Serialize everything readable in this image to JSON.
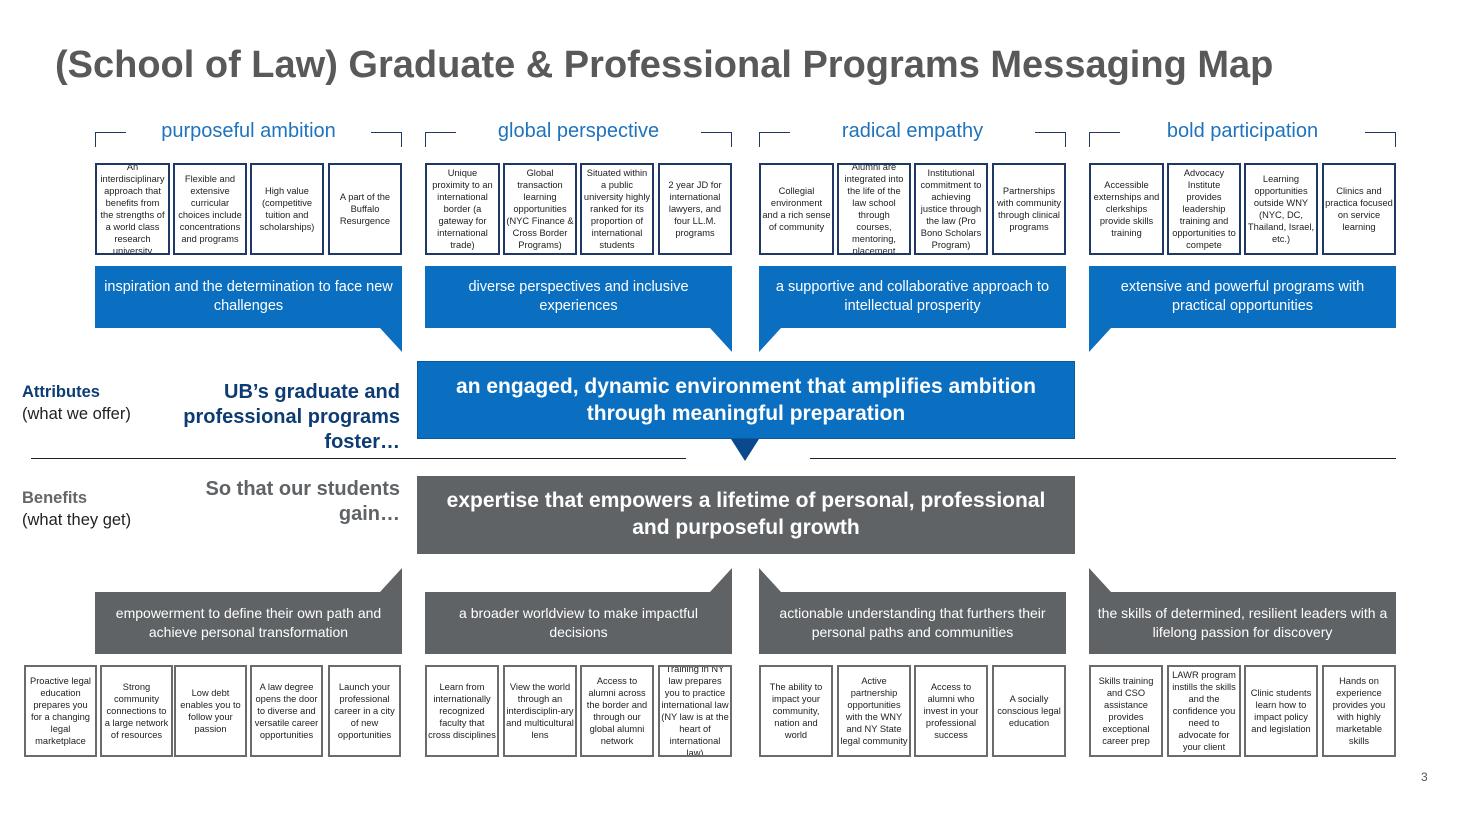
{
  "title": "(School of Law) Graduate & Professional Programs Messaging Map",
  "attributes_label": {
    "heading": "Attributes",
    "sub": "(what we offer)"
  },
  "benefits_label": {
    "heading": "Benefits",
    "sub": "(what they get)"
  },
  "attributes_lead": [
    "UB’s graduate and",
    "professional programs",
    "foster…"
  ],
  "benefits_lead": [
    "So that our students",
    "gain…"
  ],
  "center_attribute": [
    "an engaged, dynamic environment that amplifies ambition",
    "through meaningful preparation"
  ],
  "center_benefit": [
    "expertise that empowers a lifetime of personal, professional",
    "and purposeful growth"
  ],
  "pillars": [
    {
      "name": "purposeful ambition",
      "attributes": [
        "An interdisciplinary approach that benefits from the strengths of a world class research university",
        "Flexible and extensive curricular choices include concentrations and programs",
        "High value (competitive tuition and scholarships)",
        "A part of the Buffalo Resurgence"
      ],
      "attribute_callout": "inspiration and the determination to face new challenges",
      "benefit_callout": "empowerment to define their own path and achieve personal transformation",
      "benefits": [
        "Proactive legal education prepares you for a changing legal marketplace",
        "Strong community connections to a large network of resources",
        "Low debt enables you to follow your passion",
        "A law degree opens the door to diverse and versatile career opportunities",
        "Launch your professional career in a city of new opportunities"
      ]
    },
    {
      "name": "global perspective",
      "attributes": [
        "Unique proximity to an international border (a gateway for international trade)",
        "Global transaction learning opportunities (NYC Finance & Cross Border Programs)",
        "Situated within a public university highly ranked for its proportion of international students",
        "2 year JD for international lawyers, and four LL.M. programs"
      ],
      "attribute_callout": "diverse perspectives and inclusive experiences",
      "benefit_callout": "a broader worldview to make impactful decisions",
      "benefits": [
        "Learn from internationally recognized faculty that cross disciplines",
        "View the world through an interdisciplin-ary and multicultural lens",
        "Access to alumni across the border and through our global alumni network",
        "Training in NY law prepares you to practice international law (NY law is at the heart of international law)"
      ]
    },
    {
      "name": "radical empathy",
      "attributes": [
        "Collegial environment and a rich sense of community",
        "Alumni are integrated into the life of the law school through courses, mentoring, placement",
        "Institutional commitment to achieving justice through the law (Pro Bono Scholars Program)",
        "Partnerships with community through clinical programs"
      ],
      "attribute_callout": "a supportive and collaborative approach to intellectual prosperity",
      "benefit_callout": "actionable understanding that furthers their personal paths and communities",
      "benefits": [
        "The ability to impact your community, nation and world",
        "Active partnership opportunities with the WNY and NY State legal community",
        "Access to alumni who invest in your professional success",
        "A socially conscious legal education"
      ]
    },
    {
      "name": "bold participation",
      "attributes": [
        "Accessible externships and clerkships provide skills training",
        "Advocacy Institute provides leadership training and opportunities to compete",
        "Learning opportunities outside WNY (NYC, DC, Thailand, Israel, etc.)",
        "Clinics and practica focused on service learning"
      ],
      "attribute_callout": "extensive and powerful programs with practical opportunities",
      "benefit_callout": "the skills of determined, resilient leaders with a lifelong passion for discovery",
      "benefits": [
        "Skills training and CSO assistance provides exceptional career prep",
        "LAWR program instills the skills and the confidence you need to advocate for your client",
        "Clinic students learn how to impact policy and legislation",
        "Hands on experience provides you with highly marketable skills"
      ]
    }
  ],
  "page_number": "3",
  "colors": {
    "blue": "#0b6fc1",
    "gray": "#5f6366",
    "navy": "#0d3c75",
    "header_blue": "#1f73be"
  }
}
